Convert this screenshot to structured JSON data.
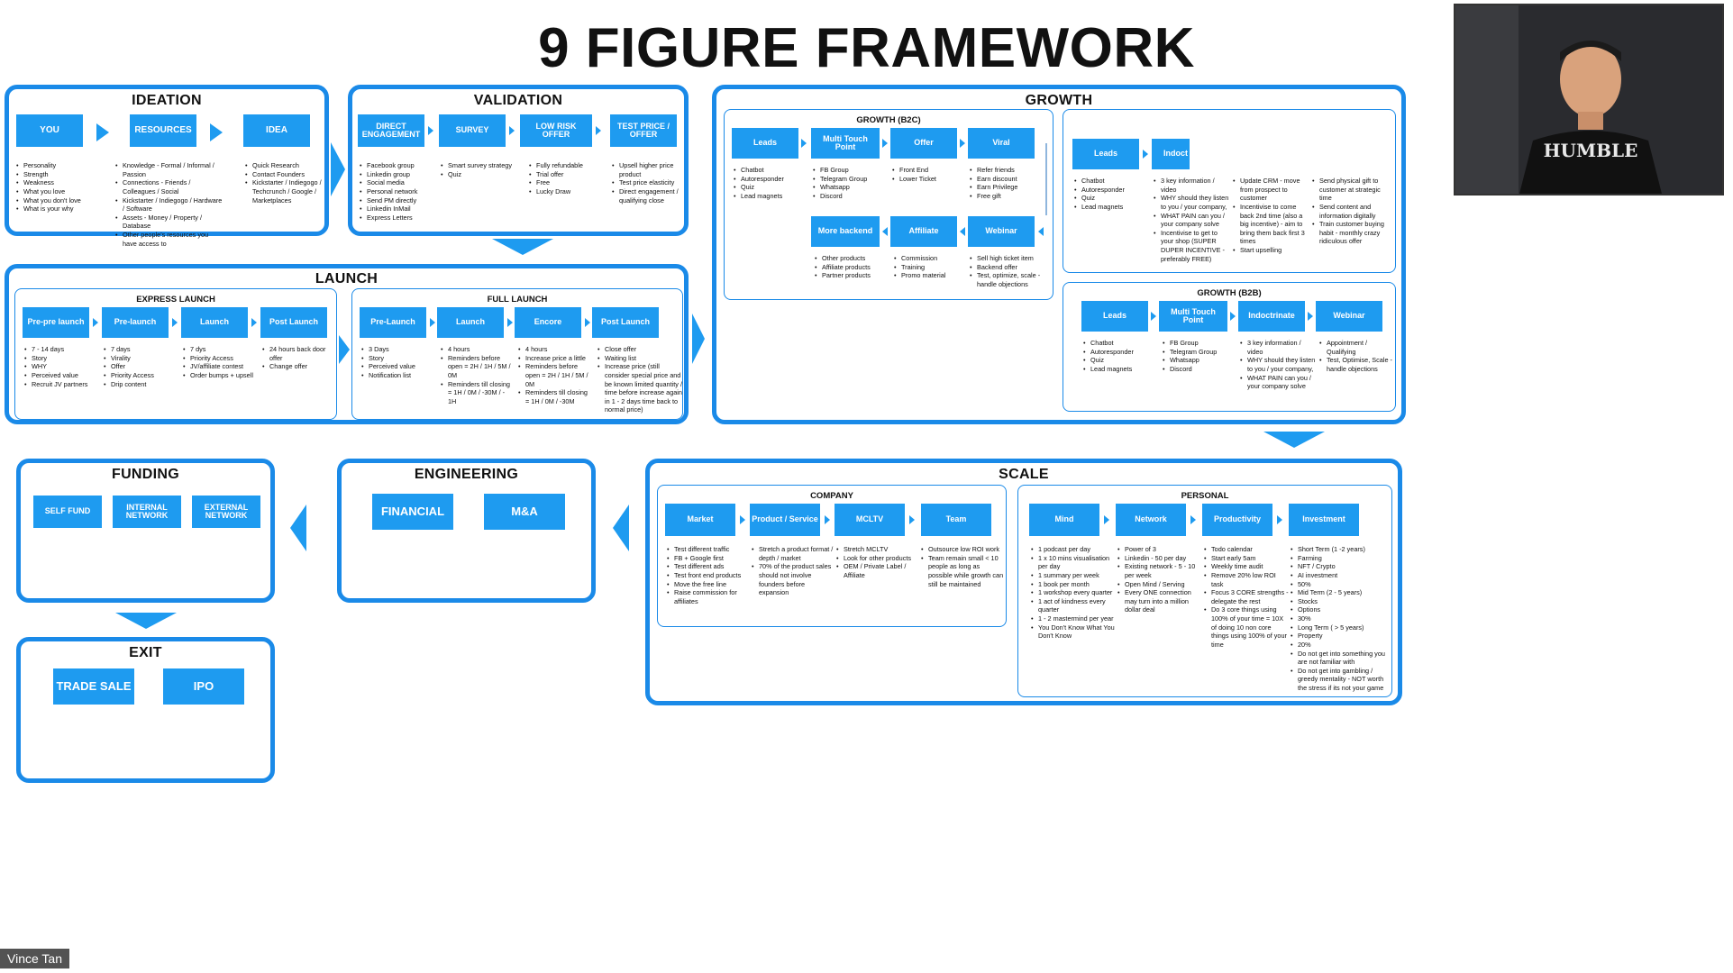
{
  "title": "9 FIGURE FRAMEWORK",
  "sections": {
    "ideation": {
      "title": "IDEATION",
      "boxes": [
        "YOU",
        "RESOURCES",
        "IDEA"
      ],
      "lists": [
        [
          "Personality",
          "Strength",
          "Weakness",
          "What you love",
          "What you don't love",
          "What is your why"
        ],
        [
          "Knowledge - Formal / Informal / Passion",
          "Connections - Friends / Colleagues / Social",
          "Kickstarter / Indiegogo / Hardware / Software",
          "Assets - Money / Property / Database",
          "Other people's resources you have access to"
        ],
        [
          "Quick Research",
          "Contact Founders",
          "Kickstarter / Indiegogo / Techcrunch / Google / Marketplaces"
        ]
      ]
    },
    "validation": {
      "title": "VALIDATION",
      "boxes": [
        "DIRECT ENGAGEMENT",
        "SURVEY",
        "LOW RISK OFFER",
        "TEST PRICE / OFFER"
      ],
      "lists": [
        [
          "Facebook group",
          "Linkedin group",
          "Social media",
          "Personal network",
          "Send PM directly",
          "Linkedin InMail",
          "Express Letters"
        ],
        [
          "Smart survey strategy",
          "Quiz"
        ],
        [
          "Fully refundable",
          "Trial offer",
          "Free",
          "Lucky Draw"
        ],
        [
          "Upsell higher price product",
          "Test price elasticity",
          "Direct engagement / qualifying close"
        ]
      ]
    },
    "launch": {
      "title": "LAUNCH",
      "express": {
        "title": "EXPRESS LAUNCH",
        "boxes": [
          "Pre-pre launch",
          "Pre-launch",
          "Launch",
          "Post Launch"
        ],
        "lists": [
          [
            "7 - 14 days",
            "Story",
            "WHY",
            "Perceived value",
            "Recruit JV partners"
          ],
          [
            "7 days",
            "Virality",
            "Offer",
            "Priority Access",
            "Drip content"
          ],
          [
            "7 dys",
            "Priority Access",
            "JV/affiliate contest",
            "Order bumps + upsell"
          ],
          [
            "24 hours back door offer",
            "Change offer"
          ]
        ]
      },
      "full": {
        "title": "FULL LAUNCH",
        "boxes": [
          "Pre-Launch",
          "Launch",
          "Encore",
          "Post Launch"
        ],
        "lists": [
          [
            "3 Days",
            "Story",
            "Perceived value",
            "Notification list"
          ],
          [
            "4 hours",
            "Reminders before open = 2H / 1H / 5M / 0M",
            "Reminders till closing = 1H / 0M / -30M / - 1H"
          ],
          [
            "4 hours",
            "Increase price a little",
            "Reminders before open = 2H / 1H / 5M / 0M",
            "Reminders till closing = 1H / 0M / -30M"
          ],
          [
            "Close offer",
            "Waiting list",
            "Increase price (still consider special price and be known limited quantity / time before increase again in 1 - 2 days time back to normal price)"
          ]
        ]
      }
    },
    "growth": {
      "title": "GROWTH",
      "b2c": {
        "title": "GROWTH (B2C)",
        "row1": [
          "Leads",
          "Multi Touch Point",
          "Offer",
          "Viral"
        ],
        "row2": [
          "More backend",
          "Affiliate",
          "Webinar"
        ],
        "lists1": [
          [
            "Chatbot",
            "Autoresponder",
            "Quiz",
            "Lead magnets"
          ],
          [
            "FB Group",
            "Telegram Group",
            "Whatsapp",
            "Discord"
          ],
          [
            "Front End",
            "Lower Ticket"
          ],
          [
            "Refer friends",
            "Earn discount",
            "Earn Privilege",
            "Free gift"
          ]
        ],
        "lists2": [
          [
            "Other products",
            "Affiliate products",
            "Partner products"
          ],
          [
            "Commission",
            "Training",
            "Promo material"
          ],
          [
            "Sell high ticket item",
            "Backend offer",
            "Test, optimize, scale - handle objections"
          ]
        ]
      },
      "b2c2": {
        "boxes": [
          "Leads",
          "Indoct"
        ],
        "lists": [
          [
            "Chatbot",
            "Autoresponder",
            "Quiz",
            "Lead magnets"
          ],
          [
            "3 key information / video",
            "WHY should they listen to you / your company,",
            "WHAT PAIN can you / your company solve",
            "Incentivise to get to your shop (SUPER DUPER INCENTIVE - preferably FREE)"
          ],
          [
            "Update CRM - move from prospect to customer",
            "Incentivise to come back 2nd time (also a big incentive) - aim to bring them back first 3 times",
            "Start upselling"
          ],
          [
            "Send physical gift to customer at strategic time",
            "Send content and information digitally",
            "Train customer buying habit - monthly crazy ridiculous offer"
          ]
        ]
      },
      "b2b": {
        "title": "GROWTH (B2B)",
        "boxes": [
          "Leads",
          "Multi Touch Point",
          "Indoctrinate",
          "Webinar"
        ],
        "lists": [
          [
            "Chatbot",
            "Autoresponder",
            "Quiz",
            "Lead magnets"
          ],
          [
            "FB Group",
            "Telegram Group",
            "Whatsapp",
            "Discord"
          ],
          [
            "3 key information / video",
            "WHY should they listen to you / your company,",
            "WHAT PAIN can you / your company solve"
          ],
          [
            "Appointment / Qualifying",
            "Test, Optimise, Scale - handle objections"
          ]
        ]
      }
    },
    "funding": {
      "title": "FUNDING",
      "boxes": [
        "SELF FUND",
        "INTERNAL NETWORK",
        "EXTERNAL NETWORK"
      ]
    },
    "engineering": {
      "title": "ENGINEERING",
      "boxes": [
        "FINANCIAL",
        "M&A"
      ]
    },
    "exit": {
      "title": "EXIT",
      "boxes": [
        "TRADE SALE",
        "IPO"
      ]
    },
    "scale": {
      "title": "SCALE",
      "company": {
        "title": "COMPANY",
        "boxes": [
          "Market",
          "Product / Service",
          "MCLTV",
          "Team"
        ],
        "lists": [
          [
            "Test different traffic",
            "FB + Google first",
            "Test different ads",
            "Test front end products",
            "Move the free line",
            "Raise commission for affiliates"
          ],
          [
            "Stretch a product format / depth / market",
            "70% of the product sales should not involve founders before expansion"
          ],
          [
            "Stretch MCLTV",
            "Look for other products",
            "OEM / Private Label / Affiliate"
          ],
          [
            "Outsource low ROI work",
            "Team remain small < 10 people as long as possible while growth can still be maintained"
          ]
        ]
      },
      "personal": {
        "title": "PERSONAL",
        "boxes": [
          "Mind",
          "Network",
          "Productivity",
          "Investment"
        ],
        "lists": [
          [
            "1 podcast per day",
            "1 x 10 mins visualisation per day",
            "1 summary per week",
            "1 book per month",
            "1 workshop every quarter",
            "1 act of kindness every quarter",
            "1 - 2 mastermind per year",
            "You Don't Know What You Don't Know"
          ],
          [
            "Power of 3",
            "Linkedin - 50 per day",
            "Existing network - 5 - 10 per week",
            "Open Mind / Serving",
            "Every ONE connection may turn into a million dollar deal"
          ],
          [
            "Todo calendar",
            "Start early 5am",
            "Weekly time audit",
            "Remove 20% low ROI task",
            "Focus 3 CORE strengths - delegate the rest",
            "Do 3 core things using 100% of your time = 10X of doing 10 non core things using 100% of your time"
          ],
          [
            "Short Term (1 -2 years)",
            "Farming",
            "NFT / Crypto",
            "AI investment",
            "50%",
            "Mid Term (2 - 5 years)",
            "Stocks",
            "Options",
            "30%",
            "Long Term ( > 5 years)",
            "Property",
            "20%",
            "Do not get into something you are not familiar with",
            "Do not get into gambling / greedy mentality - NOT worth the stress if its not your game"
          ]
        ]
      }
    }
  },
  "participant": "Vince Tan",
  "shirt_text": "HUMBLE"
}
